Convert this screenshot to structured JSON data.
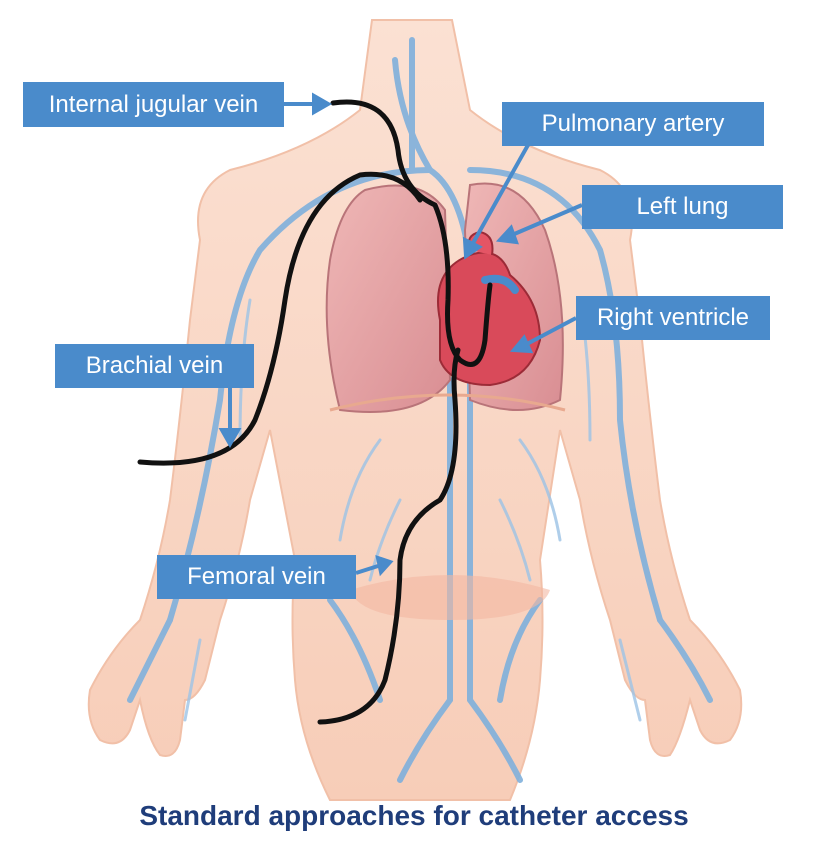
{
  "labels": {
    "internal_jugular": "Internal jugular vein",
    "pulmonary_artery": "Pulmonary artery",
    "left_lung": "Left lung",
    "right_ventricle": "Right ventricle",
    "brachial": "Brachial vein",
    "femoral": "Femoral vein"
  },
  "caption": "Standard approaches for catheter access",
  "colors": {
    "label_bg": "#4a8bcb",
    "label_text": "#ffffff",
    "caption": "#1f3d7a",
    "skin": "#f8d3bf",
    "vein": "#7fb0dc",
    "lung": "#e7a4a6",
    "heart": "#d94a5a",
    "catheter": "#111111"
  }
}
